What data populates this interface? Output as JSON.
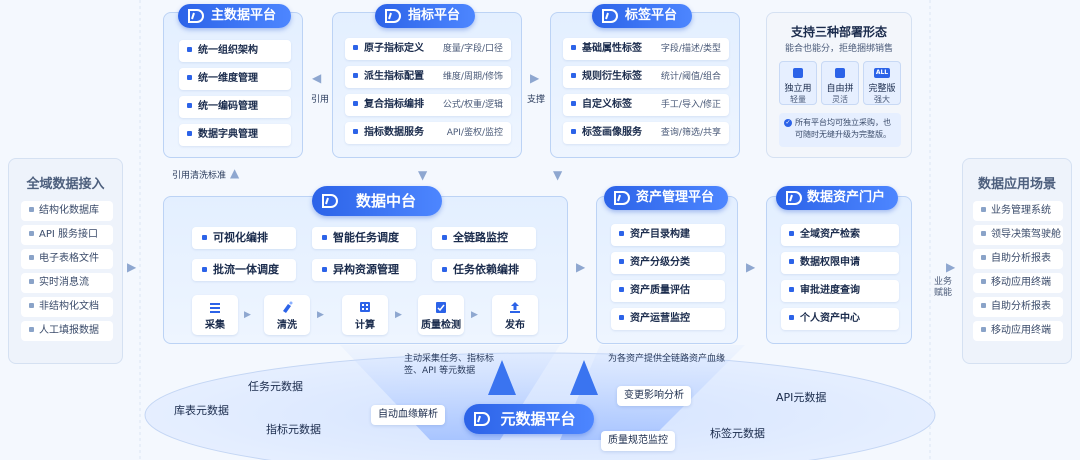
{
  "left_panel": {
    "title": "全域数据接入",
    "items": [
      "结构化数据库",
      "API 服务接口",
      "电子表格文件",
      "实时消息流",
      "非结构化文档",
      "人工填报数据"
    ]
  },
  "right_panel": {
    "title": "数据应用场景",
    "items": [
      "业务管理系统",
      "领导决策驾驶舱",
      "自助分析报表",
      "移动应用终端",
      "自助分析报表",
      "移动应用终端"
    ],
    "side_label": "业务赋能"
  },
  "master_data": {
    "title": "主数据平台",
    "items": [
      "统一组织架构",
      "统一维度管理",
      "统一编码管理",
      "数据字典管理"
    ]
  },
  "metric_platform": {
    "title": "指标平台",
    "rows": [
      {
        "main": "原子指标定义",
        "sub": "度量/字段/口径"
      },
      {
        "main": "派生指标配置",
        "sub": "维度/周期/修饰"
      },
      {
        "main": "复合指标编排",
        "sub": "公式/权重/逻辑"
      },
      {
        "main": "指标数据服务",
        "sub": "API/鉴权/监控"
      }
    ]
  },
  "tag_platform": {
    "title": "标签平台",
    "rows": [
      {
        "main": "基础属性标签",
        "sub": "字段/描述/类型"
      },
      {
        "main": "规则衍生标签",
        "sub": "统计/阈值/组合"
      },
      {
        "main": "自定义标签",
        "sub": "手工/导入/修正"
      },
      {
        "main": "标签画像服务",
        "sub": "查询/筛选/共享"
      }
    ]
  },
  "deploy": {
    "title": "支持三种部署形态",
    "subtitle": "能合也能分，拒绝捆绑销售",
    "cards": [
      {
        "l1": "独立用",
        "l2": "轻量",
        "icon": ""
      },
      {
        "l1": "自由拼",
        "l2": "灵活",
        "icon": ""
      },
      {
        "l1": "完整版",
        "l2": "强大",
        "icon": "ALL"
      }
    ],
    "note": "所有平台均可独立采购，也可随时无缝升级为完整版。"
  },
  "connectors": {
    "ref": "引用",
    "support": "支撑",
    "ref_clean": "引用清洗标准",
    "auto_collect": "主动采集任务、指标标签、API 等元数据",
    "asset_lineage": "为各资产提供全链路资产血缘"
  },
  "data_middle": {
    "title": "数据中台",
    "chips": [
      "可视化编排",
      "智能任务调度",
      "全链路监控",
      "批流一体调度",
      "异构资源管理",
      "任务依赖编排"
    ],
    "steps": [
      "采集",
      "清洗",
      "计算",
      "质量检测",
      "发布"
    ]
  },
  "asset_mgmt": {
    "title": "资产管理平台",
    "items": [
      "资产目录构建",
      "资产分级分类",
      "资产质量评估",
      "资产运营监控"
    ]
  },
  "asset_portal": {
    "title": "数据资产门户",
    "items": [
      "全域资产检索",
      "数据权限申请",
      "审批进度查询",
      "个人资产中心"
    ]
  },
  "metadata": {
    "title": "元数据平台",
    "labels": [
      "任务元数据",
      "库表元数据",
      "指标元数据",
      "自动血缘解析",
      "变更影响分析",
      "质量规范监控",
      "API元数据",
      "标签元数据"
    ]
  },
  "colors": {
    "primary": "#2c63e8",
    "panel": "#e3efff",
    "border": "#bcd3f5"
  }
}
